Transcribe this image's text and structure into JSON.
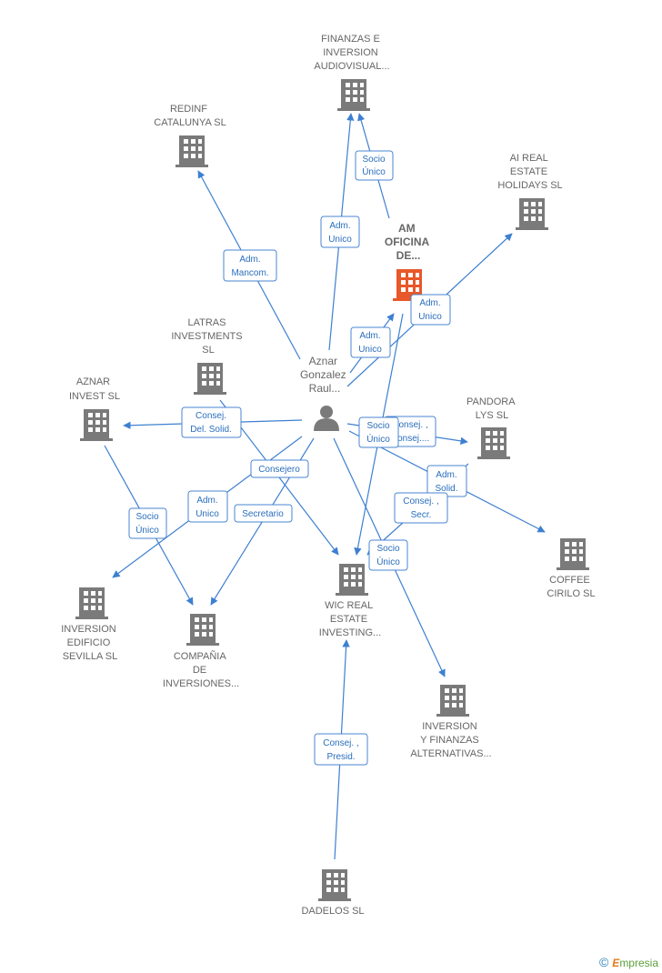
{
  "nodes": {
    "finanzas": [
      "FINANZAS E",
      "INVERSION",
      "AUDIOVISUAL..."
    ],
    "redinf": [
      "REDINF",
      "CATALUNYA SL"
    ],
    "ai_real": [
      "AI REAL",
      "ESTATE",
      "HOLIDAYS  SL"
    ],
    "am_oficina": [
      "AM",
      "OFICINA",
      "DE..."
    ],
    "latras": [
      "LATRAS",
      "INVESTMENTS",
      "SL"
    ],
    "aznar_invest": [
      "AZNAR",
      "INVEST  SL"
    ],
    "pandora": [
      "PANDORA",
      "LYS SL"
    ],
    "coffee": [
      "COFFEE",
      "CIRILO  SL"
    ],
    "wic": [
      "WIC REAL",
      "ESTATE",
      "INVESTING..."
    ],
    "inversion_edificio": [
      "INVERSION",
      "EDIFICIO",
      "SEVILLA  SL"
    ],
    "compania": [
      "COMPAÑIA",
      "DE",
      "INVERSIONES..."
    ],
    "inversion_finanzas": [
      "INVERSION",
      "Y FINANZAS",
      "ALTERNATIVAS..."
    ],
    "dadelos": [
      "DADELOS SL"
    ]
  },
  "person": [
    "Aznar",
    "Gonzalez",
    "Raul..."
  ],
  "edge_labels": {
    "socio_unico_fin": [
      "Socio",
      "Único"
    ],
    "adm_unico_fin": [
      "Adm.",
      "Unico"
    ],
    "adm_mancom": [
      "Adm.",
      "Mancom."
    ],
    "adm_unico_ai": [
      "Adm.",
      "Unico"
    ],
    "adm_unico_am": [
      "Adm.",
      "Unico"
    ],
    "consej_del": [
      "Consej.",
      "Del. Solid."
    ],
    "consej_pandora": [
      "Consej. ,",
      "Consej...."
    ],
    "socio_unico_wic": [
      "Socio",
      "Único"
    ],
    "adm_solid": [
      "Adm.",
      "Solid."
    ],
    "consejero": [
      "Consejero"
    ],
    "consej_secr": [
      "Consej. ,",
      "Secr."
    ],
    "adm_unico_comp": [
      "Adm.",
      "Unico"
    ],
    "secretario": [
      "Secretario"
    ],
    "socio_unico_inv": [
      "Socio",
      "Único"
    ],
    "socio_unico_if": [
      "Socio",
      "Único"
    ],
    "consej_presid": [
      "Consej. ,",
      "Presid."
    ]
  },
  "brand": {
    "copyright": "©",
    "initial": "E",
    "name": "mpresia"
  },
  "colors": {
    "edge": "#3d80d1",
    "building": "#7a7a7a",
    "highlight": "#e8582a"
  }
}
